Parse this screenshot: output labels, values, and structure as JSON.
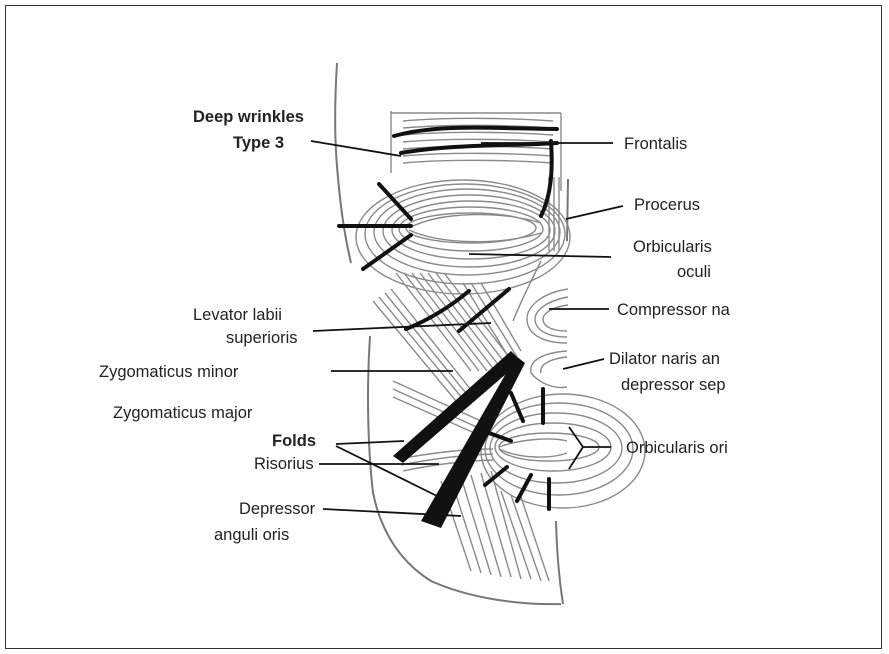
{
  "labels": {
    "deep_wrinkles": "Deep wrinkles",
    "type3": "Type 3",
    "frontalis": "Frontalis",
    "procerus": "Procerus",
    "orbicularis_oculi_1": "Orbicularis",
    "orbicularis_oculi_2": "oculi",
    "levator_1": "Levator labii",
    "levator_2": "superioris",
    "compressor": "Compressor na",
    "zyg_minor": "Zygomaticus minor",
    "dilator_1": "Dilator naris an",
    "dilator_2": "depressor sep",
    "zyg_major": "Zygomaticus major",
    "folds": "Folds",
    "orbicularis_oris": "Orbicularis ori",
    "risorius": "Risorius",
    "depressor_1": "Depressor",
    "depressor_2": "anguli oris"
  },
  "colors": {
    "muscle_stroke": "#8a8a8a",
    "annotation": "#111111",
    "text": "#222222",
    "background": "#ffffff"
  }
}
